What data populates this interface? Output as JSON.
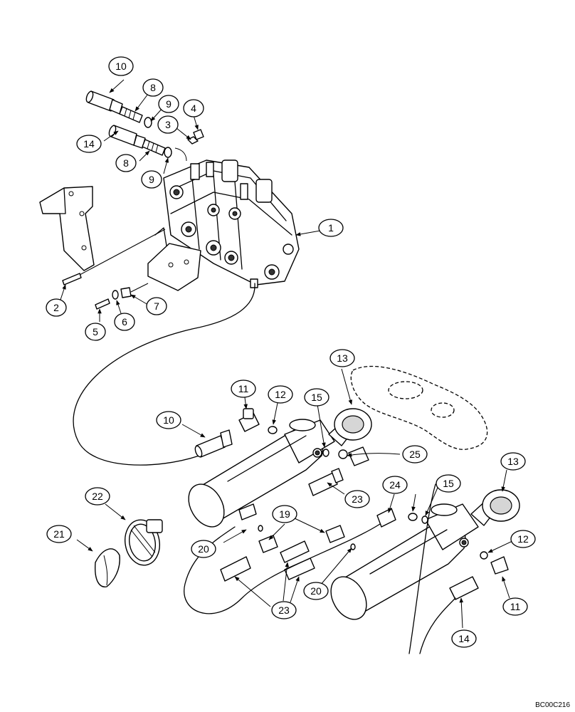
{
  "drawing_number": "BC00C216",
  "callouts": {
    "c1": "1",
    "c2": "2",
    "c3": "3",
    "c4": "4",
    "c5": "5",
    "c6": "6",
    "c7": "7",
    "c8a": "8",
    "c8b": "8",
    "c9a": "9",
    "c9b": "9",
    "c10a": "10",
    "c10b": "10",
    "c11a": "11",
    "c11b": "11",
    "c12a": "12",
    "c12b": "12",
    "c13a": "13",
    "c13b": "13",
    "c14a": "14",
    "c14b": "14",
    "c15a": "15",
    "c15b": "15",
    "c19": "19",
    "c20a": "20",
    "c20b": "20",
    "c21": "21",
    "c22": "22",
    "c23a": "23",
    "c23b": "23",
    "c24": "24",
    "c25": "25"
  }
}
